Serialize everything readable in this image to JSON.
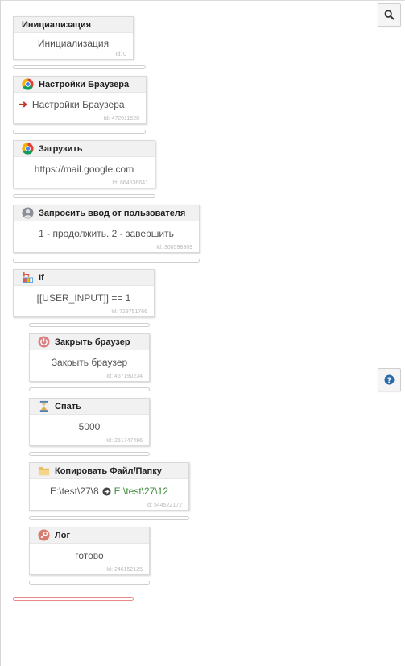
{
  "toolbar": {
    "search_icon": "search-icon",
    "help_icon": "question-icon"
  },
  "blocks": [
    {
      "title": "Инициализация",
      "body": "Инициализация",
      "id": "Id: 0",
      "icon": "none"
    },
    {
      "title": "Настройки Браузера",
      "body": "Настройки Браузера",
      "id": "Id: 472911528",
      "icon": "chrome-icon"
    },
    {
      "title": "Загрузить",
      "body": "https://mail.google.com",
      "id": "Id: 864536641",
      "icon": "chrome-icon"
    },
    {
      "title": "Запросить ввод от пользователя",
      "body": "1 - продолжить. 2 - завершить",
      "id": "Id: 300598309",
      "icon": "user-icon"
    },
    {
      "title": "If",
      "body": "[[USER_INPUT]] == 1",
      "id": "Id: 729751766",
      "icon": "if-icon"
    },
    {
      "title": "Закрыть браузер",
      "body": "Закрыть браузер",
      "id": "Id: 457190234",
      "icon": "power-icon"
    },
    {
      "title": "Спать",
      "body": "5000",
      "id": "Id: 261747496",
      "icon": "hourglass-icon"
    },
    {
      "title": "Копировать Файл/Папку",
      "body_from": "E:\\test\\27\\8",
      "body_to": "E:\\test\\27\\12",
      "id": "Id: 544522172",
      "icon": "folder-icon"
    },
    {
      "title": "Лог",
      "body": "готово",
      "id": "Id: 246152125",
      "icon": "wrench-icon"
    }
  ],
  "colors": {
    "header_bg": "#f1f1f1",
    "border": "#d9d9d9",
    "id_text": "#b8b8b8",
    "arrow_red": "#c0392b",
    "path_green": "#3c8a3c",
    "end_connector": "#e88a8a"
  }
}
